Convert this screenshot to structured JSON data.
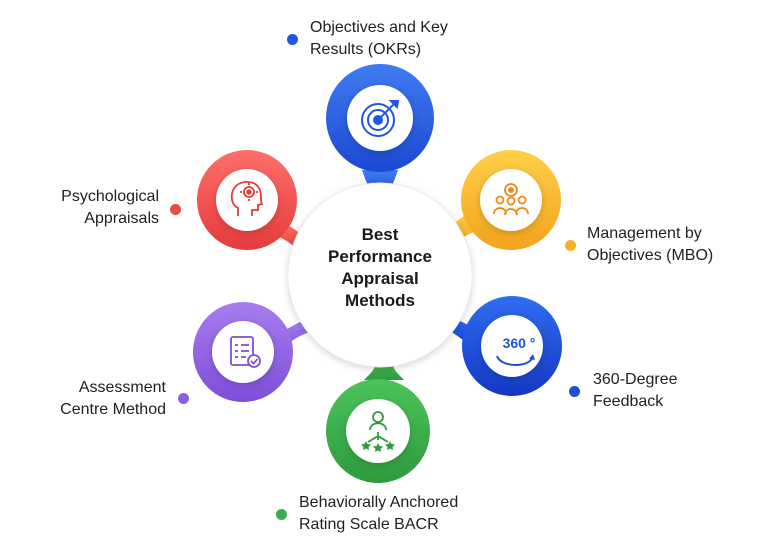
{
  "center": {
    "title": "Best\nPerformance\nAppraisal\nMethods"
  },
  "methods": [
    {
      "label": "Objectives and Key\nResults (OKRs)",
      "icon": "target-icon",
      "color": "#2157e0"
    },
    {
      "label": "Management by\nObjectives (MBO)",
      "icon": "team-gear-icon",
      "color": "#f4b326"
    },
    {
      "label": "360-Degree\nFeedback",
      "icon": "rotation-360-icon",
      "color": "#1f4fd6",
      "icon_text": "360 °"
    },
    {
      "label": "Behaviorally Anchored\nRating Scale BACR",
      "icon": "person-stars-icon",
      "color": "#3daa4c"
    },
    {
      "label": "Assessment\nCentre Method",
      "icon": "checklist-document-icon",
      "color": "#8a5fe0"
    },
    {
      "label": "Psychological\nAppraisals",
      "icon": "brain-gear-icon",
      "color": "#ee4a4a"
    }
  ]
}
